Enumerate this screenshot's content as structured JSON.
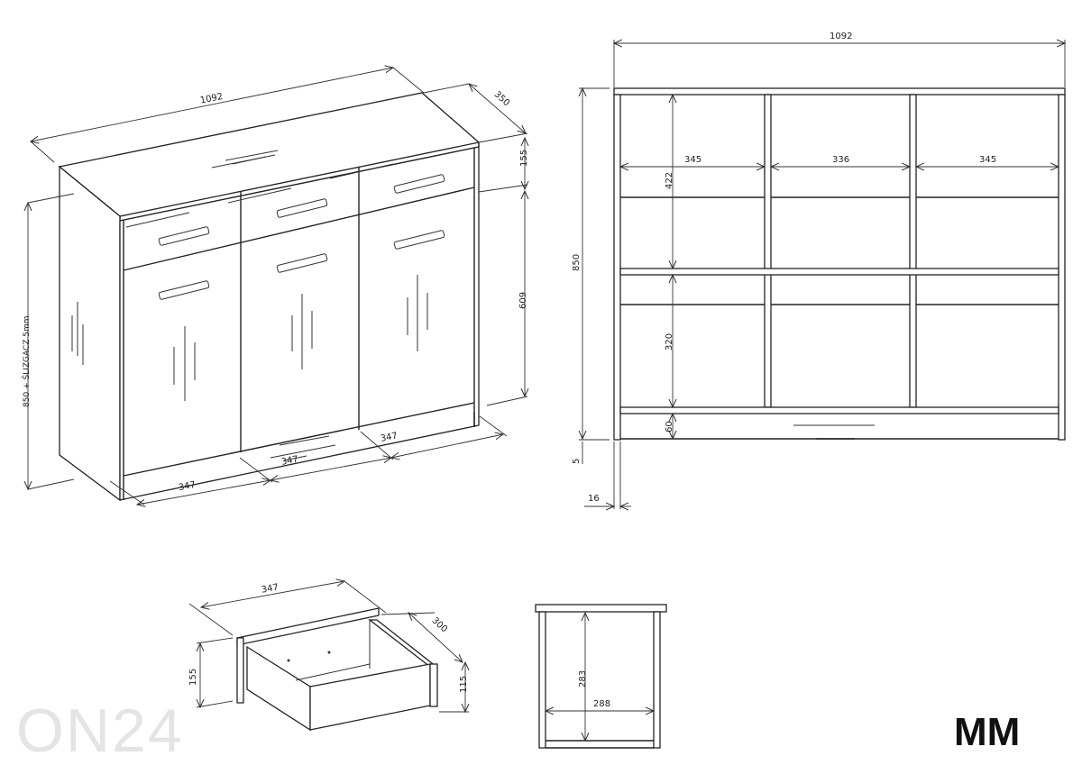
{
  "units": "mm",
  "iso_view": {
    "width": "1092",
    "depth": "350",
    "drawer_height": "155",
    "door_height": "609",
    "total_height": "850 + ŚLIZGACZ 5mm",
    "section_width_left": "347",
    "section_width_middle": "347",
    "section_width_right": "347"
  },
  "front_view": {
    "width": "1092",
    "height": "850",
    "col_left": "345",
    "col_middle": "336",
    "col_right": "345",
    "upper_height": "422",
    "lower_height": "320",
    "plinth_height": "60",
    "glide_height": "5",
    "panel_thickness": "16"
  },
  "drawer_view": {
    "width": "347",
    "depth": "300",
    "front_height": "155",
    "box_height": "115"
  },
  "side_section": {
    "inner_height": "283",
    "inner_depth": "288"
  },
  "watermark": "ON24",
  "brand": "MM"
}
